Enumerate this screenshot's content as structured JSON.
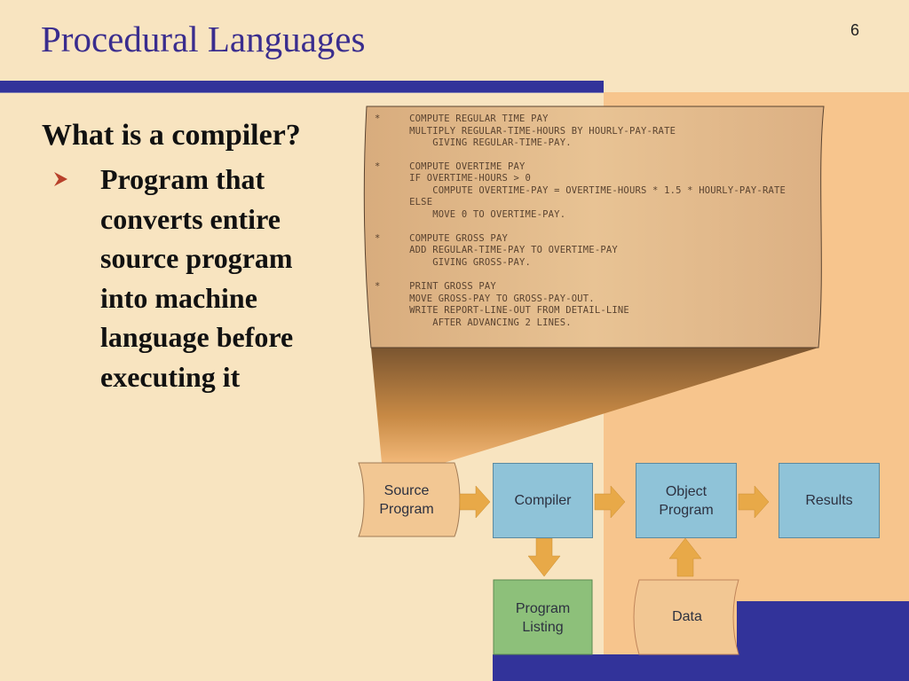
{
  "slide": {
    "title": "Procedural Languages",
    "number": "6",
    "question": "What is a compiler?",
    "bullet": "Program that converts entire source program into machine language before executing it"
  },
  "code_listing": [
    "*     COMPUTE REGULAR TIME PAY",
    "      MULTIPLY REGULAR-TIME-HOURS BY HOURLY-PAY-RATE",
    "          GIVING REGULAR-TIME-PAY.",
    "*     COMPUTE OVERTIME PAY",
    "      IF OVERTIME-HOURS > 0",
    "          COMPUTE OVERTIME-PAY = OVERTIME-HOURS * 1.5 * HOURLY-PAY-RATE",
    "      ELSE",
    "          MOVE 0 TO OVERTIME-PAY.",
    "*     COMPUTE GROSS PAY",
    "      ADD REGULAR-TIME-PAY TO OVERTIME-PAY",
    "          GIVING GROSS-PAY.",
    "*     PRINT GROSS PAY",
    "      MOVE GROSS-PAY TO GROSS-PAY-OUT.",
    "      WRITE REPORT-LINE-OUT FROM DETAIL-LINE",
    "          AFTER ADVANCING 2 LINES."
  ],
  "flowchart": {
    "source_program": [
      "Source",
      "Program"
    ],
    "compiler": [
      "Compiler"
    ],
    "object_program": [
      "Object",
      "Program"
    ],
    "results": [
      "Results"
    ],
    "program_listing": [
      "Program",
      "Listing"
    ],
    "data": [
      "Data"
    ]
  },
  "colors": {
    "background": "#f8e4c0",
    "accent_panel": "#f7c58d",
    "title_blue": "#3a2d8e",
    "rule_blue": "#33339a",
    "box_blue": "#8fc3d8",
    "doc_tan": "#f2c793",
    "doc_green": "#8dc07a",
    "arrow_orange": "#e8a948"
  }
}
